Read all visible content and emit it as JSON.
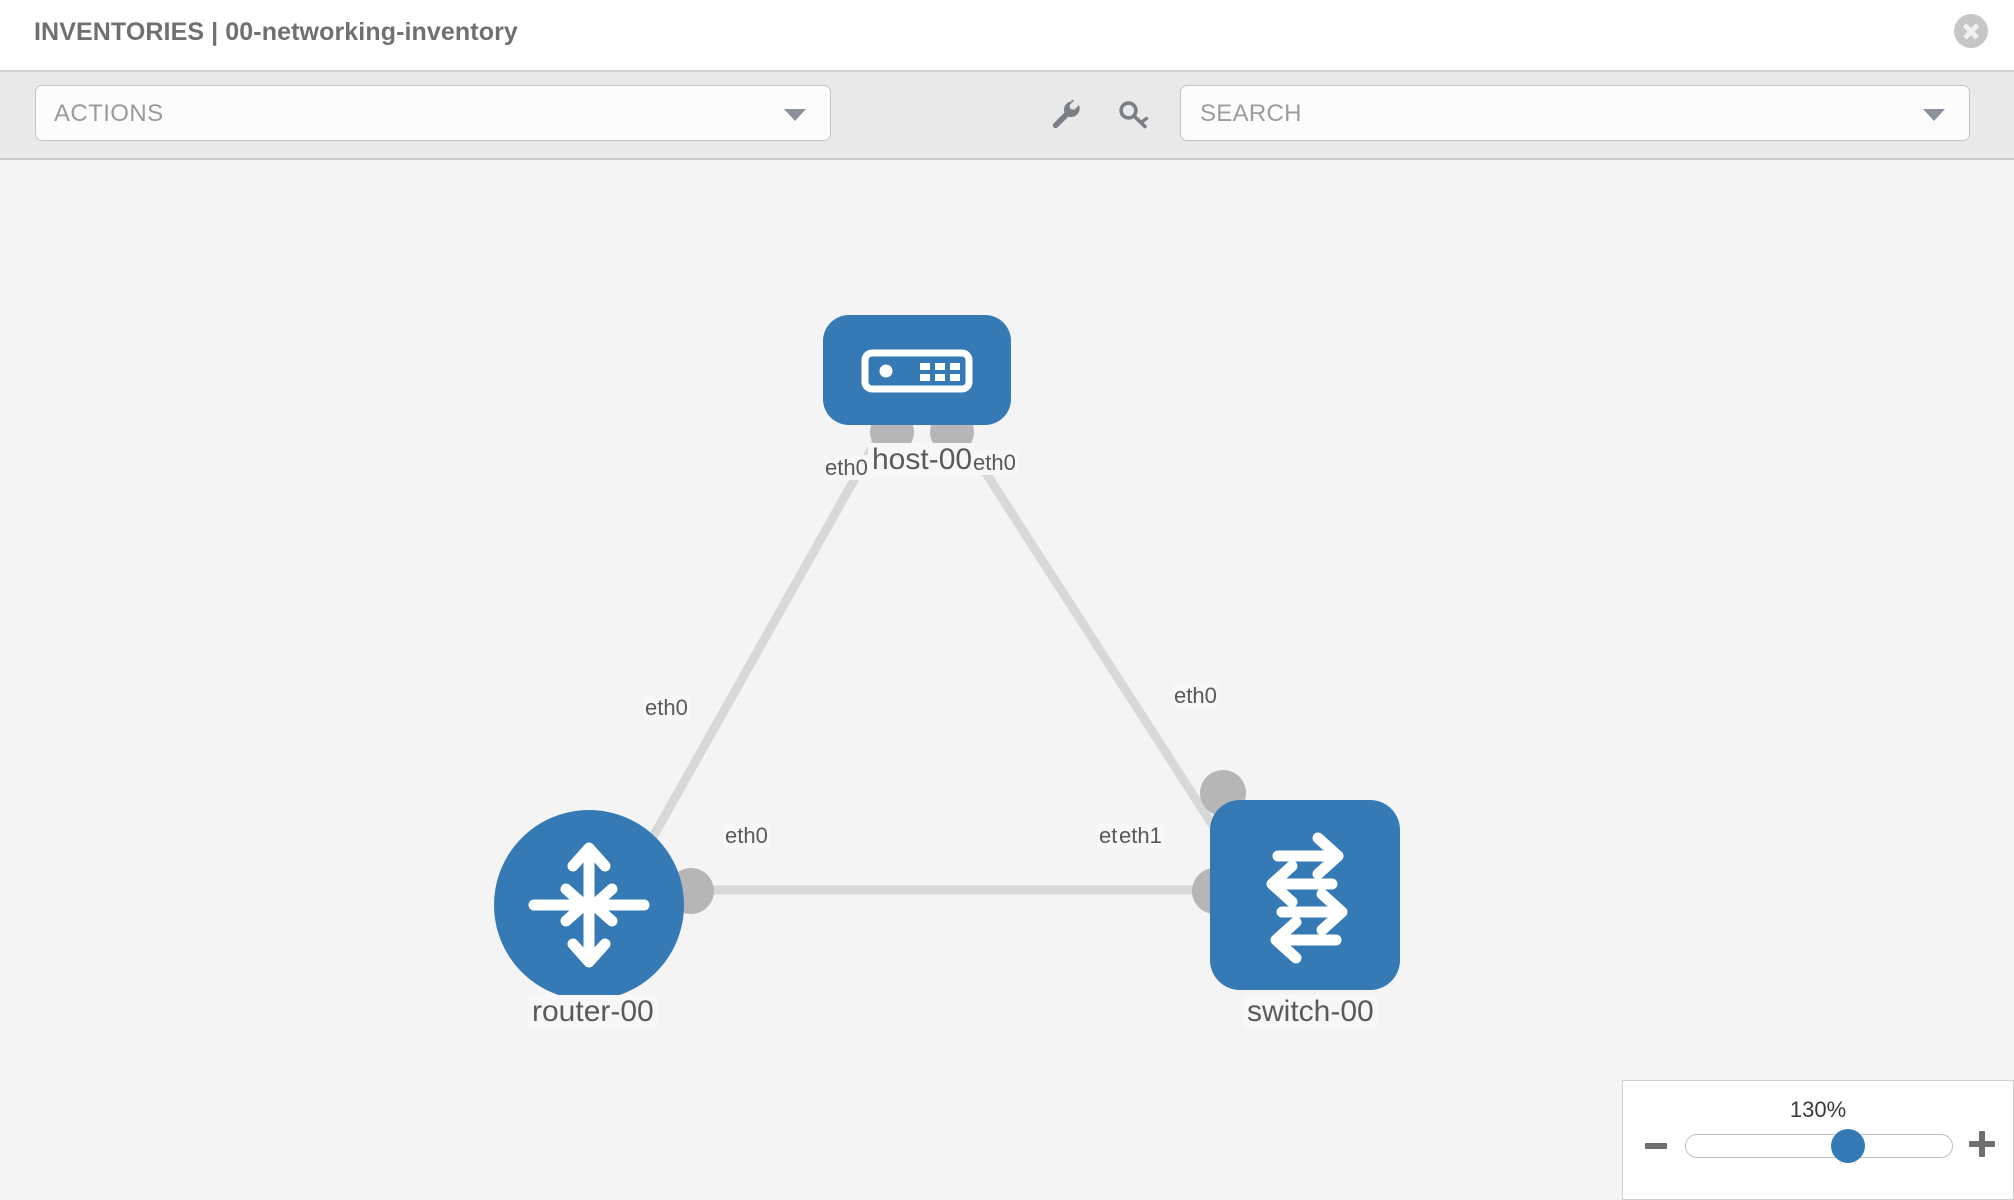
{
  "header": {
    "title": "INVENTORIES | 00-networking-inventory",
    "close_icon": "close-circle-icon"
  },
  "toolbar": {
    "actions_label": "ACTIONS",
    "actions_caret_icon": "chevron-down-icon",
    "wrench_icon": "wrench-icon",
    "key_icon": "key-icon",
    "search_placeholder": "SEARCH",
    "search_value": "",
    "search_caret_icon": "chevron-down-icon"
  },
  "topology": {
    "nodes": [
      {
        "id": "host-00",
        "label": "host-00",
        "type": "host",
        "icon": "server-icon",
        "color": "#3579b5"
      },
      {
        "id": "router-00",
        "label": "router-00",
        "type": "router",
        "icon": "router-arrows-icon",
        "color": "#3579b5"
      },
      {
        "id": "switch-00",
        "label": "switch-00",
        "type": "switch",
        "icon": "switch-arrows-icon",
        "color": "#3579b5"
      }
    ],
    "links": [
      {
        "from": "host-00",
        "to": "router-00",
        "from_interface": "eth0",
        "to_interface": "eth0"
      },
      {
        "from": "host-00",
        "to": "switch-00",
        "from_interface": "eth0",
        "to_interface": "eth0"
      },
      {
        "from": "router-00",
        "to": "switch-00",
        "from_interface": "eth0",
        "to_interface": "eth1"
      }
    ],
    "interface_labels": {
      "host_left": "eth0",
      "host_right": "eth0",
      "router_upper": "eth0",
      "switch_upper": "eth0",
      "router_right": "eth0",
      "switch_left_under": "eth0",
      "switch_left": "eth1"
    },
    "edge_color": "#d8d8d8",
    "connector_color": "#b6b6b6"
  },
  "zoom": {
    "percent": "130%",
    "value": 130,
    "minus_label": "minus-icon",
    "plus_label": "plus-icon",
    "thumb_position_pct": 62
  }
}
